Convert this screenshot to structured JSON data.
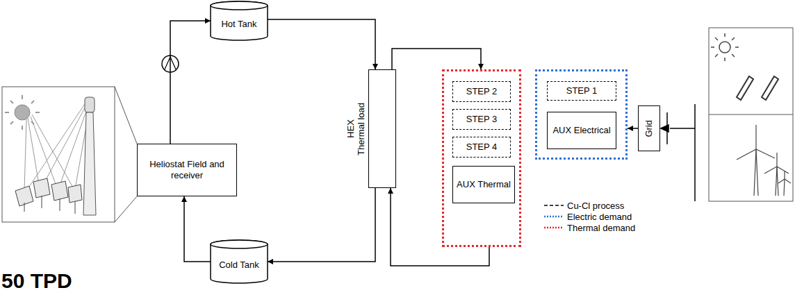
{
  "diagram": {
    "nodes": [
      {
        "text": [
          "Hot Tank"
        ]
      },
      {
        "text": [
          "Heliostat Field and receiver"
        ]
      },
      {
        "text": [
          "Cold Tank"
        ]
      },
      {
        "text": [
          "HEX",
          "Thermal load"
        ]
      },
      {
        "text": []
      },
      {
        "text": [
          "STEP 2"
        ],
        "in": 4
      },
      {
        "text": [
          "STEP 3"
        ],
        "in": 4
      },
      {
        "text": [
          "STEP 4"
        ],
        "in": 4
      },
      {
        "text": [
          "AUX Thermal"
        ],
        "in": 4
      },
      {
        "text": []
      },
      {
        "text": [
          "STEP 1"
        ],
        "in": 9
      },
      {
        "text": [
          "AUX Electrical"
        ],
        "in": 9
      },
      {
        "text": [
          "Grid"
        ]
      }
    ],
    "edges": [
      {
        "from": 1,
        "to": 0,
        "arrow": "to"
      },
      {
        "from": 0,
        "to": 3,
        "arrow": "to"
      },
      {
        "from": 3,
        "to": 4,
        "arrow": "to"
      },
      {
        "from": 4,
        "to": 3,
        "arrow": "to"
      },
      {
        "from": 3,
        "to": 2,
        "arrow": "to"
      },
      {
        "from": 2,
        "to": 1,
        "arrow": "to"
      },
      {
        "from": 12,
        "to": 9,
        "arrow": "to"
      }
    ],
    "labels": [
      "50 TPD"
    ],
    "legend": [
      {
        "text": "Cu-Cl process"
      },
      {
        "text": "Electric demand"
      },
      {
        "text": "Thermal demand"
      }
    ]
  }
}
